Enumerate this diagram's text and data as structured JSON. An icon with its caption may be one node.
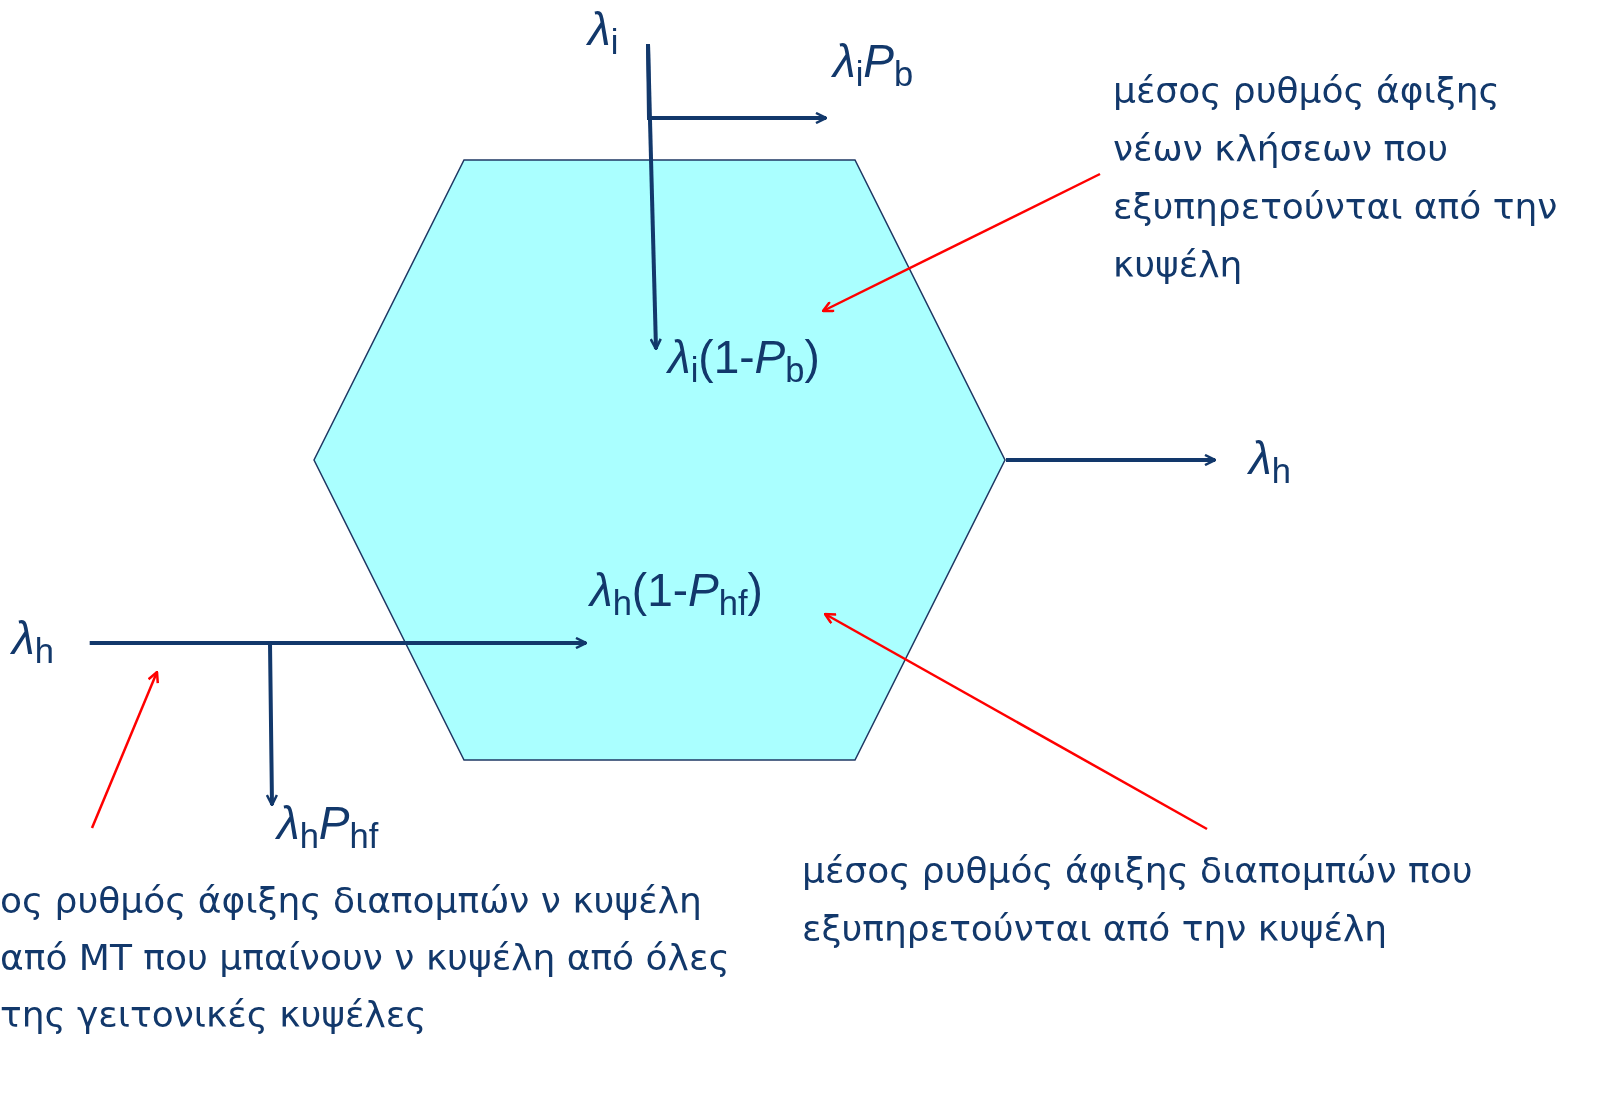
{
  "diagram": {
    "nodes": [
      {
        "text": [],
        "shape": "hexagon"
      },
      {
        "text": [
          "*λ*$_{i}$"
        ]
      },
      {
        "text": [
          "*λ*$_{i}$*P*$_{b}$"
        ]
      },
      {
        "text": [
          "*λ*$_{i}$(1-*P*$_{b}$)"
        ],
        "in": 0
      },
      {
        "text": [
          "*λ*$_{h}$"
        ]
      },
      {
        "text": [
          "*λ*$_{h}$"
        ]
      },
      {
        "text": [
          "*λ*$_{h}$(1-*P*$_{hf}$)"
        ],
        "in": 0
      },
      {
        "text": [
          "*λ*$_{h}$*P*$_{hf}$"
        ]
      },
      {
        "text": [
          "μέσος ρυθμός άφιξης νέων κλήσεων που εξυπηρετούνται από την κυψέλη"
        ]
      },
      {
        "text": [
          "μέσος ρυθμός άφιξης διαπομπών που εξυπηρετούνται από την κυψέλη"
        ]
      },
      {
        "text": [
          "ος ρυθμός άφιξης διαπομπών ν κυψέλη από ΜΤ που μπαίνουν ν κυψέλη από όλες της γειτονικές κυψέλες"
        ]
      }
    ],
    "edges": [
      {
        "from": 1,
        "to": 3,
        "arrow": "to"
      },
      {
        "from": 1,
        "to": 2,
        "arrow": "to"
      },
      {
        "from": 0,
        "to": 4,
        "arrow": "to"
      },
      {
        "from": 5,
        "to": 6,
        "arrow": "to"
      },
      {
        "from": 5,
        "to": 7,
        "arrow": "to"
      },
      {
        "from": 8,
        "to": 3,
        "arrow": "to",
        "color": "#ff0000"
      },
      {
        "from": 9,
        "to": 6,
        "arrow": "to",
        "color": "#ff0000"
      },
      {
        "from": 10,
        "to": null,
        "arrow": "to",
        "color": "#ff0000"
      }
    ]
  }
}
